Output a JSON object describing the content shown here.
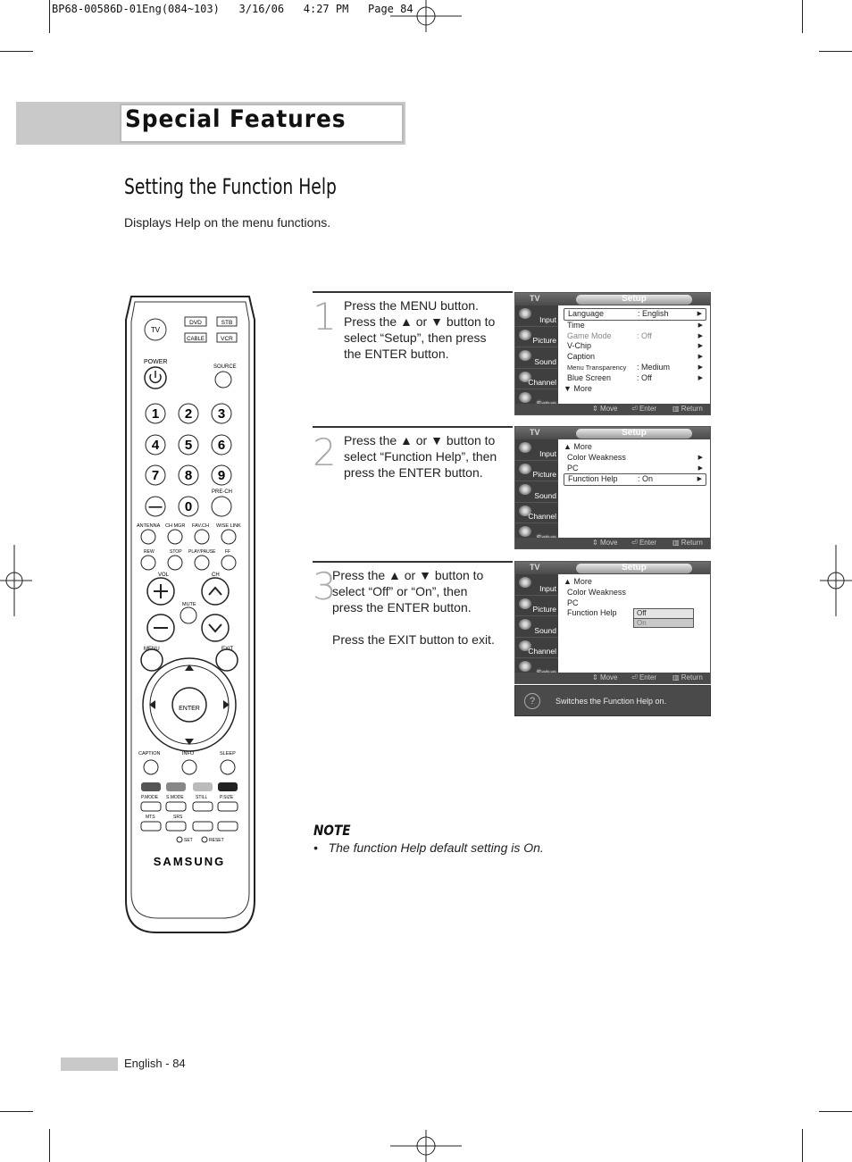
{
  "header": {
    "slug": "BP68-00586D-01Eng(084~103)   3/16/06   4:27 PM   Page 84"
  },
  "section": {
    "title": "Special Features"
  },
  "page": {
    "title": "Setting the Function Help",
    "intro": "Displays Help on the menu functions."
  },
  "remote": {
    "tv": "TV",
    "dvd": "DVD",
    "stb": "STB",
    "cable": "CABLE",
    "vcr": "VCR",
    "power": "POWER",
    "source": "SOURCE",
    "digits": [
      "1",
      "2",
      "3",
      "4",
      "5",
      "6",
      "7",
      "8",
      "9"
    ],
    "zero": "0",
    "dash": "—",
    "prech": "PRE-CH",
    "row_labels": [
      "ANTENNA",
      "CH MGR",
      "FAV.CH",
      "WISE LINK"
    ],
    "transport": [
      "REW",
      "STOP",
      "PLAY/PAUSE",
      "FF"
    ],
    "vol": "VOL",
    "ch": "CH",
    "mute": "MUTE",
    "menu": "MENU",
    "exit": "EXIT",
    "enter": "ENTER",
    "lower": [
      "CAPTION",
      "INFO",
      "SLEEP"
    ],
    "modes": [
      "P.MODE",
      "S.MODE",
      "STILL",
      "P.SIZE"
    ],
    "mts": "MTS",
    "srs": "SRS",
    "set": "SET",
    "reset": "RESET",
    "brand": "SAMSUNG"
  },
  "steps": [
    {
      "number": "1",
      "text": "Press the MENU button. Press the ▲ or ▼ button to select “Setup”, then press the ENTER button."
    },
    {
      "number": "2",
      "text": "Press the ▲ or ▼ button to select “Function Help”, then press the ENTER button."
    },
    {
      "number": "3",
      "text": "Press the ▲ or ▼ button to select “Off” or “On”, then press the ENTER button.",
      "text2": "Press the EXIT button to exit."
    }
  ],
  "osd": {
    "tv": "TV",
    "title": "Setup",
    "tabs": [
      "Input",
      "Picture",
      "Sound",
      "Channel",
      "Setup"
    ],
    "footer": {
      "move": "Move",
      "enter": "Enter",
      "return": "Return"
    },
    "screen1": [
      {
        "label": "Language",
        "value": ": English"
      },
      {
        "label": "Time",
        "value": ""
      },
      {
        "label": "Game Mode",
        "value": ": Off"
      },
      {
        "label": "V-Chip",
        "value": ""
      },
      {
        "label": "Caption",
        "value": ""
      },
      {
        "label": "Menu Transparency",
        "value": ": Medium"
      },
      {
        "label": "Blue Screen",
        "value": ": Off"
      },
      {
        "label": "▼ More",
        "value": ""
      }
    ],
    "screen2": [
      {
        "label": "▲ More",
        "value": ""
      },
      {
        "label": "Color Weakness",
        "value": ""
      },
      {
        "label": "PC",
        "value": ""
      },
      {
        "label": "Function Help",
        "value": ": On"
      }
    ],
    "screen3": [
      {
        "label": "▲ More"
      },
      {
        "label": "Color Weakness"
      },
      {
        "label": "PC"
      },
      {
        "label": "Function Help"
      }
    ],
    "options": [
      "Off",
      "On"
    ],
    "help_text": "Switches the Function Help on.",
    "help_icon": "?"
  },
  "note": {
    "title": "NOTE",
    "item": "•   The function Help default setting is On."
  },
  "footer": {
    "page_label": "English - 84"
  }
}
